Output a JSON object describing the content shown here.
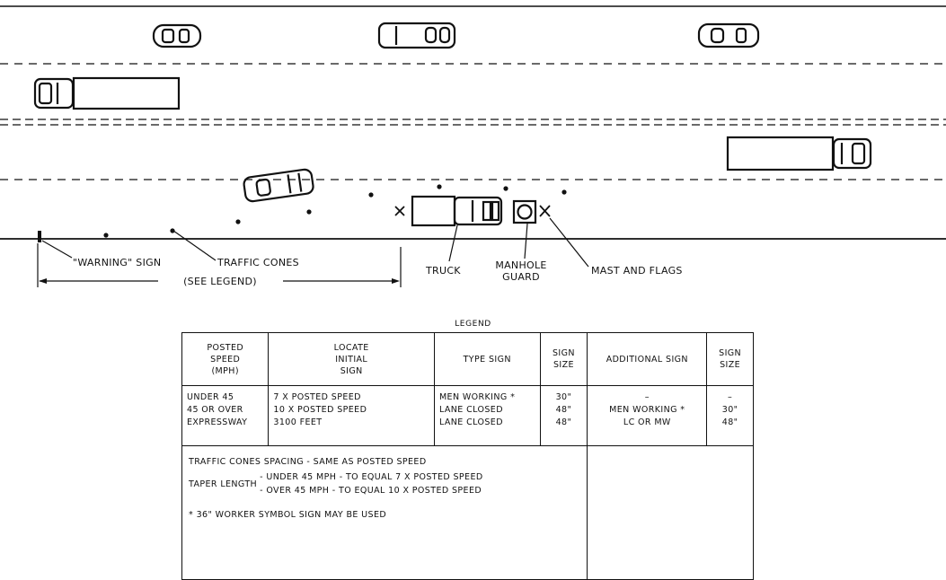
{
  "labels": {
    "warning_sign": "\"WARNING\" SIGN",
    "traffic_cones": "TRAFFIC CONES",
    "see_legend": "(SEE LEGEND)",
    "truck": "TRUCK",
    "manhole_line1": "MANHOLE",
    "manhole_line2": "GUARD",
    "mast_flags": "MAST AND FLAGS"
  },
  "legend": {
    "title": "LEGEND",
    "headers": {
      "posted_speed": [
        "POSTED",
        "SPEED",
        "(MPH)"
      ],
      "locate_initial_sign": [
        "LOCATE",
        "INITIAL",
        "SIGN"
      ],
      "type_sign": [
        "TYPE SIGN"
      ],
      "sign_size": [
        "SIGN",
        "SIZE"
      ],
      "additional_sign": [
        "ADDITIONAL SIGN"
      ],
      "sign_size_2": [
        "SIGN",
        "SIZE"
      ]
    },
    "rows": [
      {
        "speed": "UNDER 45",
        "locate": "7 X POSTED SPEED",
        "type": "MEN WORKING *",
        "size": "30\"",
        "additional": "–",
        "size2": "–"
      },
      {
        "speed": "45 OR OVER",
        "locate": "10 X POSTED SPEED",
        "type": "LANE CLOSED",
        "size": "48\"",
        "additional": "MEN WORKING *",
        "size2": "30\""
      },
      {
        "speed": "EXPRESSWAY",
        "locate": "3100 FEET",
        "type": "LANE CLOSED",
        "size": "48\"",
        "additional": "LC OR MW",
        "size2": "48\""
      }
    ],
    "notes": {
      "cones_spacing": "TRAFFIC CONES SPACING - SAME AS POSTED SPEED",
      "taper_label": "TAPER LENGTH",
      "taper_under": "- UNDER 45 MPH - TO EQUAL 7 X POSTED SPEED",
      "taper_over": "- OVER 45 MPH - TO EQUAL 10 X POSTED SPEED",
      "footnote": "* 36\" WORKER SYMBOL SIGN MAY BE USED"
    }
  }
}
